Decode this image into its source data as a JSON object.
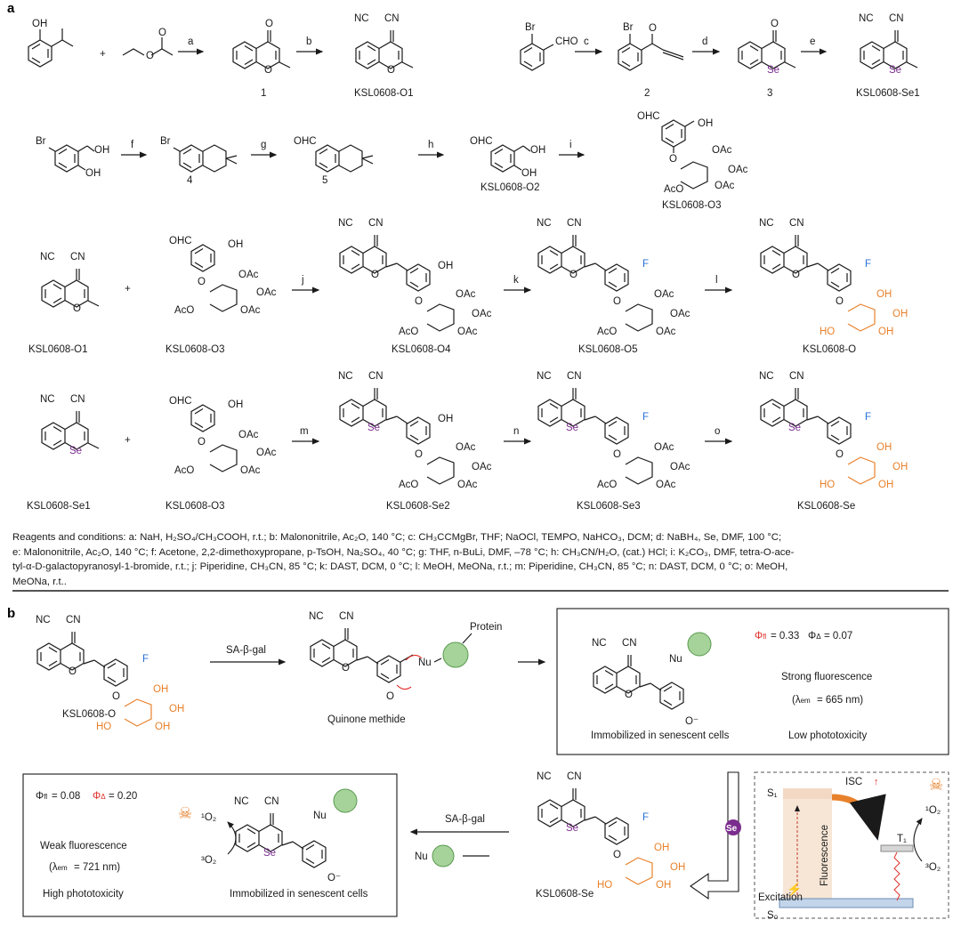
{
  "panels": {
    "a": "a",
    "b": "b"
  },
  "labels": {
    "c1": "1",
    "c2": "2",
    "c3": "3",
    "c4": "4",
    "c5": "5",
    "o1": "KSL0608-O1",
    "se1": "KSL0608-Se1",
    "o2": "KSL0608-O2",
    "o3": "KSL0608-O3",
    "o4": "KSL0608-O4",
    "o5": "KSL0608-O5",
    "o": "KSL0608-O",
    "se2": "KSL0608-Se2",
    "se3": "KSL0608-Se3",
    "se": "KSL0608-Se"
  },
  "steps": [
    "a",
    "b",
    "c",
    "d",
    "e",
    "f",
    "g",
    "h",
    "i",
    "j",
    "k",
    "l",
    "m",
    "n",
    "o"
  ],
  "atoms": {
    "OH": "OH",
    "O": "O",
    "Br": "Br",
    "CHO": "CHO",
    "OHC": "OHC",
    "Se": "Se",
    "NC": "NC",
    "CN": "CN",
    "OAc": "OAc",
    "AcO": "AcO",
    "F": "F",
    "HO": "HO",
    "Nu": "Nu",
    "Protein": "Protein",
    "plus": "+"
  },
  "conditions_title": "Reagents and conditions:",
  "conditions": [
    "a: NaH, H₂SO₄/CH₃COOH, r.t.;  b: Malononitrile, Ac₂O, 140 °C;  c: CH₃CCMgBr, THF; NaOCl, TEMPO, NaHCO₃, DCM; d: NaBH₄, Se, DMF, 100 °C;",
    "e: Malononitrile, Ac₂O, 140 °C; f: Acetone, 2,2-dimethoxypropane, p-TsOH, Na₂SO₄, 40 °C; g: THF, n-BuLi, DMF, –78 °C; h: CH₃CN/H₂O, (cat.) HCl; i: K₂CO₃, DMF,  tetra-O-ace-",
    "tyl-α-D-galactopyranosyl-1-bromide, r.t.; j: Piperidine, CH₃CN, 85 °C; k: DAST, DCM, 0 °C; l: MeOH, MeONa, r.t.; m: Piperidine, CH₃CN, 85 °C; n: DAST, DCM, 0 °C; o: MeOH,",
    "MeONa, r.t.."
  ],
  "panel_b": {
    "enzyme": "SA-β-gal",
    "quinone": "Quinone methide",
    "immob": "Immobilized in senescent cells",
    "phi_fl_o": "= 0.33",
    "phi_d_o": "= 0.07",
    "strong": "Strong fluorescence",
    "lem_o": "= 665 nm)",
    "lowtox": "Low phototoxicity",
    "phi_fl_se": "= 0.08",
    "phi_d_se": "= 0.20",
    "weak": "Weak fluorescence",
    "lem_se": "= 721 nm)",
    "hightox": "High phototoxicity",
    "singlet_o2": "¹O₂",
    "triplet_o2": "³O₂",
    "S1": "S₁",
    "S0": "S₀",
    "T1": "T₁",
    "isc": "ISC",
    "excitation": "Excitation",
    "fluorescence": "Fluorescence"
  },
  "colors": {
    "red": "#e0302a",
    "orange": "#e8812b",
    "blue": "#2a6fd6",
    "purple": "#7b2d8e",
    "green": "#a6d39a"
  }
}
